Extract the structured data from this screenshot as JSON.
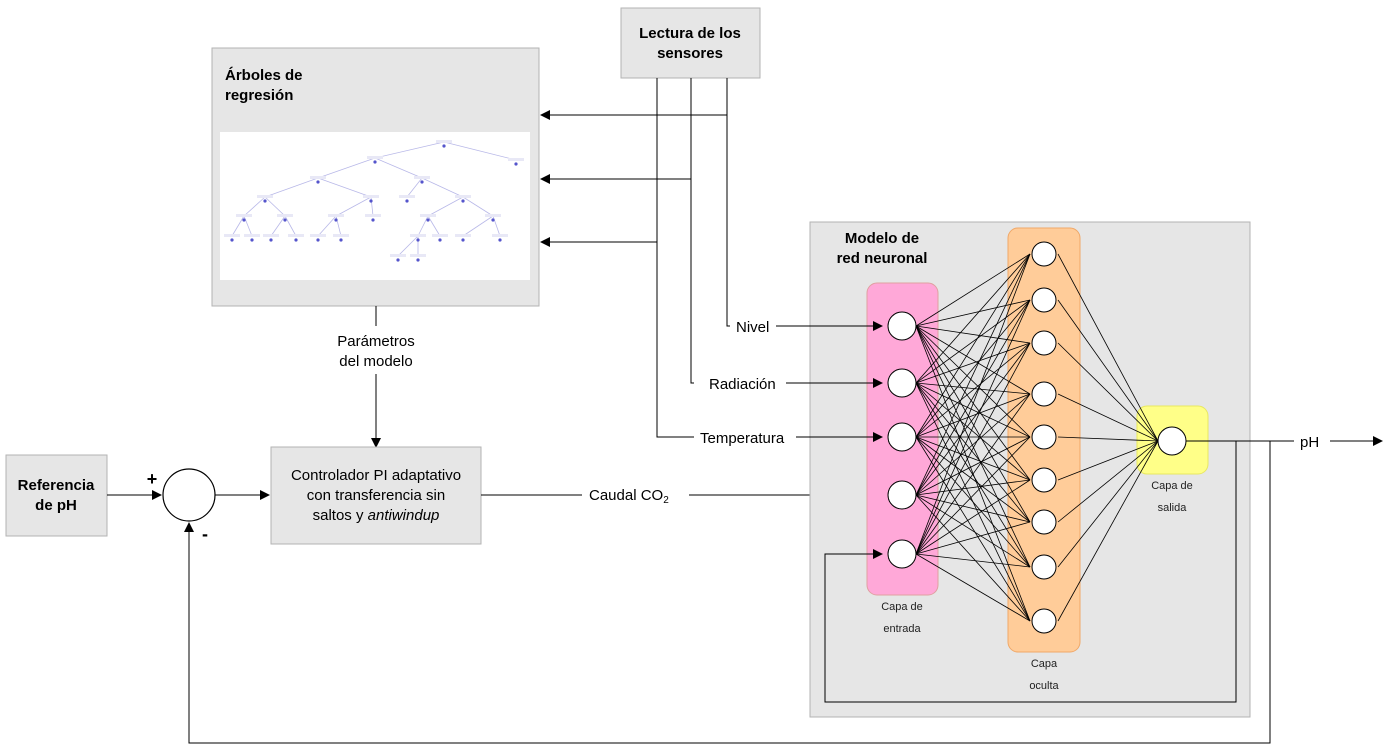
{
  "sensors": {
    "line1": "Lectura de los",
    "line2": "sensores"
  },
  "trees": {
    "title_line1": "Árboles de",
    "title_line2": "regresión"
  },
  "params": {
    "line1": "Parámetros",
    "line2": "del modelo"
  },
  "reference": {
    "line1": "Referencia",
    "line2": "de pH"
  },
  "summing_junction": {
    "plus": "+",
    "minus": "-"
  },
  "controller": {
    "line1": "Controlador PI adaptativo",
    "line2": "con transferencia sin",
    "line3_plain": "saltos y ",
    "line3_italic": "antiwindup"
  },
  "flow": {
    "label": "Caudal CO",
    "subscript": "2"
  },
  "inputs": {
    "nivel": "Nivel",
    "radiacion": "Radiación",
    "temperatura": "Temperatura"
  },
  "nn": {
    "title_line1": "Modelo de",
    "title_line2": "red neuronal",
    "input_layer": {
      "line1": "Capa de",
      "line2": "entrada"
    },
    "hidden_layer": {
      "line1": "Capa",
      "line2": "oculta"
    },
    "output_layer": {
      "line1": "Capa de",
      "line2": "salida"
    }
  },
  "output": {
    "label": "pH"
  },
  "colors": {
    "box_fill": "#e6e6e6",
    "box_border": "#b3b3b3",
    "input_layer_fill": "#ffa8d8",
    "input_layer_border": "#e0a0a0",
    "hidden_layer_fill": "#ffcc99",
    "hidden_layer_border": "#f0a868",
    "output_layer_fill": "#ffff88",
    "tree_lines": "#b8b8e8",
    "tree_leaves": "#5555cc"
  }
}
